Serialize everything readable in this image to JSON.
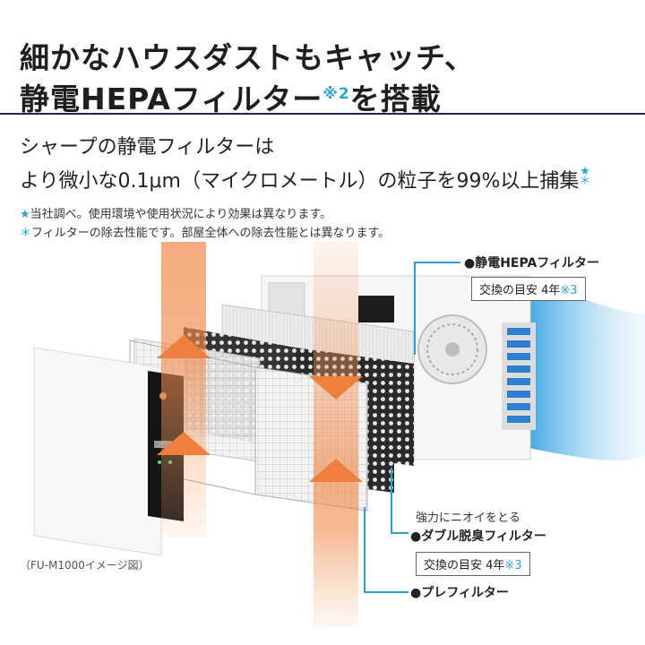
{
  "headline": {
    "line1": "細かなハウスダストもキャッチ、",
    "line2_main": "静電HEPAフィルター",
    "line2_note": "※2",
    "line2_end": "を搭載"
  },
  "subheading": {
    "line1": "シャープの静電フィルターは",
    "line2": "より微小な0.1μm（マイクロメートル）の粒子を99%以上捕集",
    "star": "★",
    "asterisk": "＊"
  },
  "notes": {
    "star_mark": "★",
    "star_text": "当社調べ。使用環境や使用状況により効果は異なります。",
    "asterisk_mark": "＊",
    "asterisk_text": "フィルターの除去性能です。部屋全体への除去性能とは異なります。"
  },
  "callouts": {
    "hepa": {
      "label": "●静電HEPAフィルター",
      "replace_text": "交換の目安 4年",
      "replace_note": "※3"
    },
    "deodor": {
      "intro": "強力にニオイをとる",
      "label": "●ダブル脱臭フィルター",
      "replace_text": "交換の目安 4年",
      "replace_note": "※3"
    },
    "pre": {
      "label": "●プレフィルター"
    }
  },
  "caption": "（FU-M1000イメージ図）",
  "colors": {
    "accent_blue": "#28a5dc",
    "rule_navy": "#1c2a52",
    "airflow_orange": "#f08a4b",
    "outflow_blue": "#2f9ee0"
  }
}
